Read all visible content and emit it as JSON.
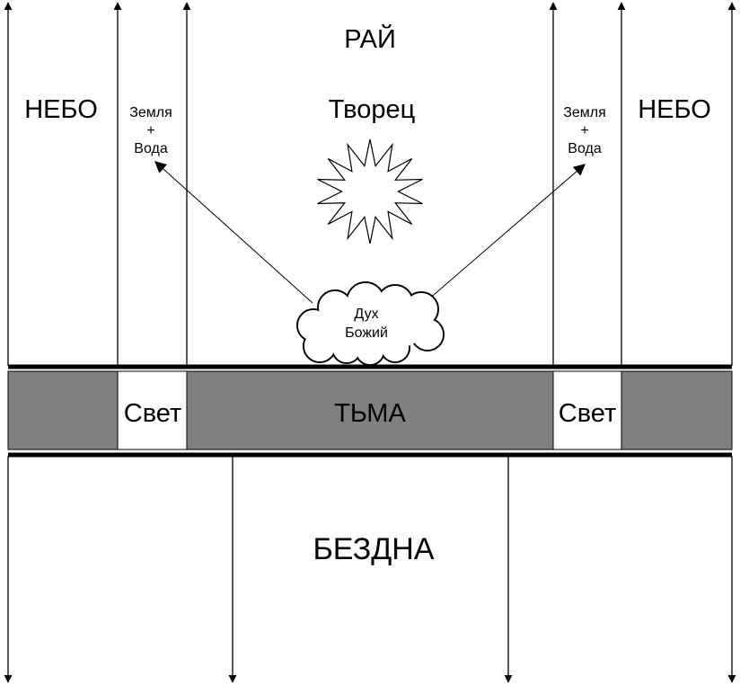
{
  "labels": {
    "paradise": "РАЙ",
    "heaven_left": "НЕБО",
    "heaven_right": "НЕБО",
    "creator": "Творец",
    "earth_water_left": [
      "Земля",
      "+",
      "Вода"
    ],
    "earth_water_right": [
      "Земля",
      "+",
      "Вода"
    ],
    "spirit": [
      "Дух",
      "Божий"
    ],
    "light_left": "Свет",
    "light_right": "Свет",
    "darkness": "ТЬМА",
    "abyss": "БЕЗДНА"
  },
  "colors": {
    "line": "#000000",
    "darkness_band": "#808080",
    "light_box": "#ffffff",
    "background": "#ffffff"
  },
  "icons": {
    "creator": "star-burst-icon",
    "spirit": "cloud-icon"
  }
}
